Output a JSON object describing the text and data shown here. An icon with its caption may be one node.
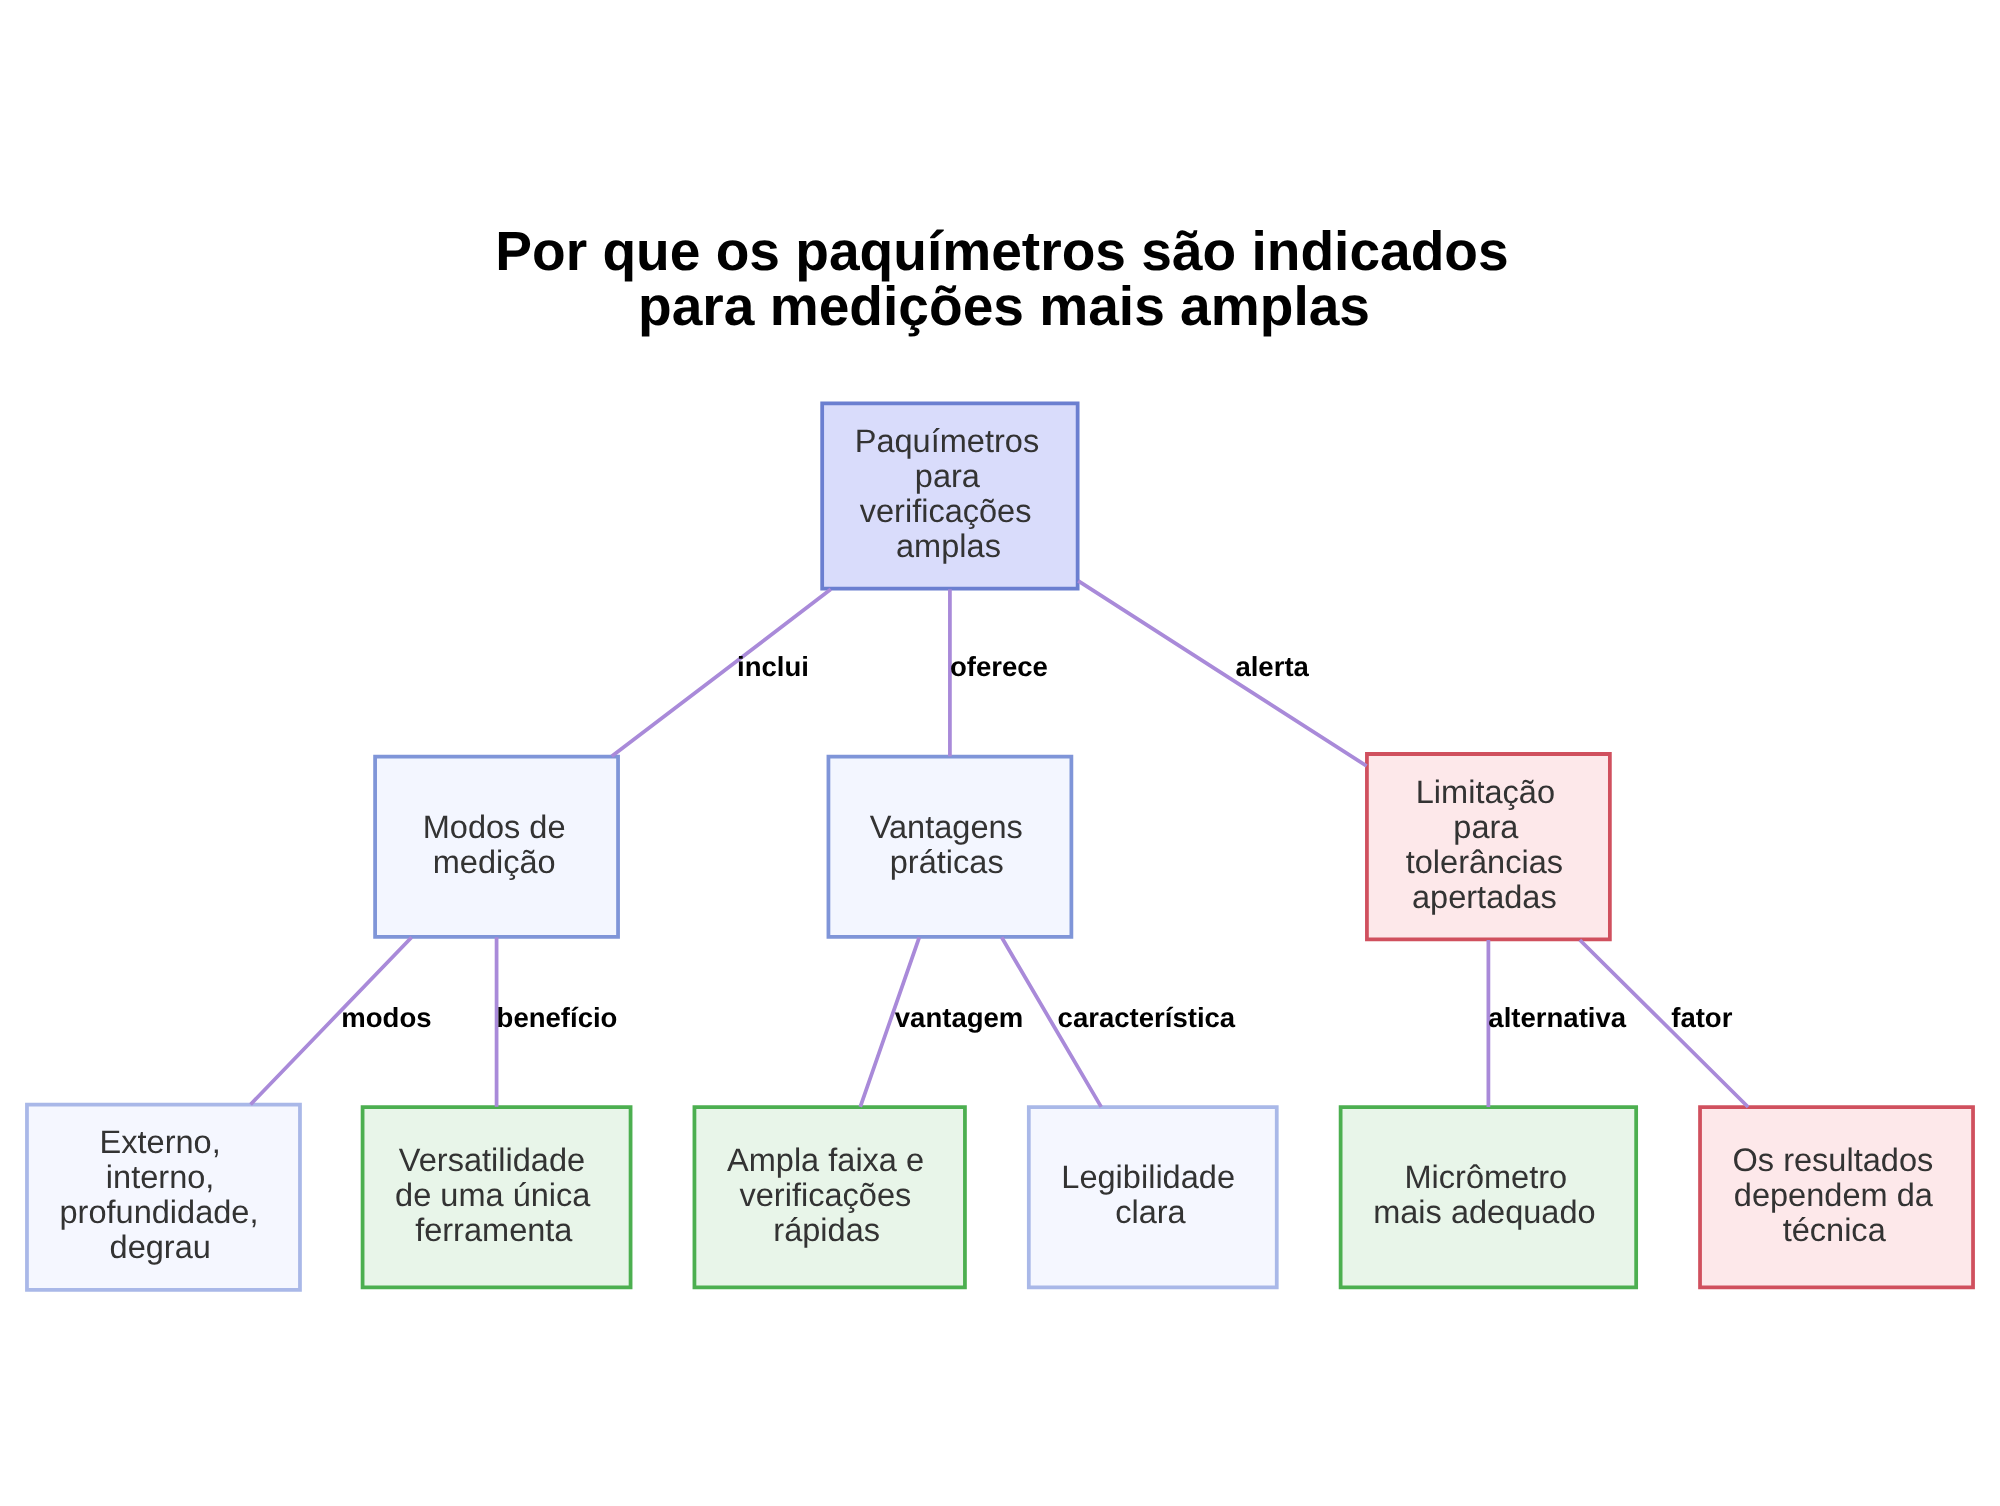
{
  "diagram": {
    "title": "Por que os paquímetros são indicados para medições mais amplas",
    "nodes": [
      {
        "text": [
          "Paquímetros para verificações amplas"
        ]
      },
      {
        "text": [
          "Modos de medição"
        ]
      },
      {
        "text": [
          "Vantagens práticas"
        ]
      },
      {
        "text": [
          "Limitação para tolerâncias apertadas"
        ]
      },
      {
        "text": [
          "Externo, interno, profundidade, degrau"
        ]
      },
      {
        "text": [
          "Versatilidade de uma única ferramenta"
        ]
      },
      {
        "text": [
          "Ampla faixa e verificações rápidas"
        ]
      },
      {
        "text": [
          "Legibilidade clara"
        ]
      },
      {
        "text": [
          "Micrômetro mais adequado"
        ]
      },
      {
        "text": [
          "Os resultados dependem da técnica"
        ]
      }
    ],
    "edges": [
      {
        "from": 0,
        "to": 1,
        "arrow": "none",
        "label": "inclui"
      },
      {
        "from": 0,
        "to": 2,
        "arrow": "none",
        "label": "oferece"
      },
      {
        "from": 0,
        "to": 3,
        "arrow": "none",
        "label": "alerta"
      },
      {
        "from": 1,
        "to": 4,
        "arrow": "none",
        "label": "modos"
      },
      {
        "from": 1,
        "to": 5,
        "arrow": "none",
        "label": "benefício"
      },
      {
        "from": 2,
        "to": 6,
        "arrow": "none",
        "label": "vantagem"
      },
      {
        "from": 2,
        "to": 7,
        "arrow": "none",
        "label": "característica"
      },
      {
        "from": 3,
        "to": 8,
        "arrow": "none",
        "label": "alternativa"
      },
      {
        "from": 3,
        "to": 9,
        "arrow": "none",
        "label": "fator"
      }
    ]
  }
}
